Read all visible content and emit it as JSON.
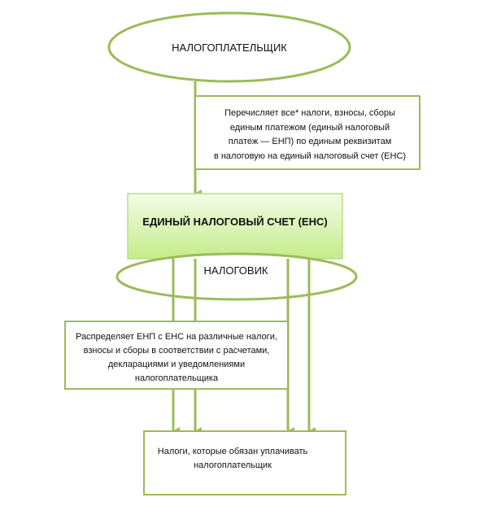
{
  "diagram": {
    "taxpayer": "НАЛОГОПЛАТЕЛЬЩИК",
    "transfer_note": [
      "Перечисляет все* налоги, взносы, сборы",
      "единым платежом (единый налоговый",
      "платеж — ЕНП) по единым реквизитам",
      "в налоговую на единый налоговый счет (ЕНС)"
    ],
    "account": "ЕДИНЫЙ НАЛОГОВЫЙ СЧЕТ (ЕНС)",
    "tax_office": "НАЛОГОВИК",
    "distribute_note": [
      "Распределяет ЕНП с ЕНС на различные налоги,",
      "взносы и сборы в соответствии с расчетами,",
      "декларациями и уведомлениями",
      "налогоплательщика"
    ],
    "taxes_note": [
      "Налоги, которые обязан уплачивать",
      "налогоплательщик"
    ],
    "colors": {
      "stroke": "#9bbb59",
      "account_fill_top": "#f2fbe3",
      "account_fill_bottom": "#c6ef8c",
      "text": "#111111"
    }
  }
}
